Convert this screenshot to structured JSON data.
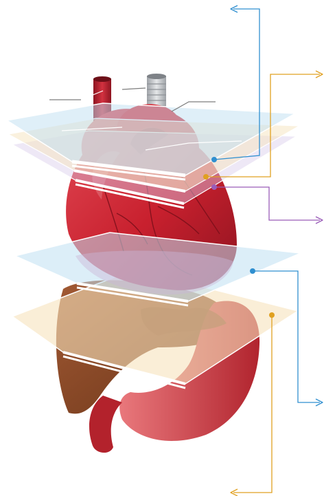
{
  "diagram": {
    "colors": {
      "background": "#ffffff",
      "callout_blue": "#2f8fd0",
      "callout_orange": "#e0a020",
      "callout_purple": "#9a5cb8",
      "heart_red": "#c8202e",
      "heart_dark": "#8e1420",
      "aorta": "#c0202c",
      "trachea": "#b9bcc0",
      "liver": "#8a4a28",
      "stomach": "#c53038",
      "plane_blue": "#bfe0f2",
      "plane_cream": "#f6e3bd",
      "plane_lavender": "#d9cdea"
    },
    "planes": [
      {
        "name": "upper-thoracic-plane",
        "color": "plane_blue"
      },
      {
        "name": "cardiac-orange-plane",
        "color": "plane_cream"
      },
      {
        "name": "cardiac-purple-plane",
        "color": "plane_lavender"
      },
      {
        "name": "diaphragm-plane",
        "color": "plane_blue"
      },
      {
        "name": "abdominal-plane",
        "color": "plane_cream"
      }
    ],
    "callouts": [
      {
        "name": "callout-upper-blue",
        "color": "callout_blue",
        "direction": "up"
      },
      {
        "name": "callout-upper-orange",
        "color": "callout_orange",
        "direction": "right"
      },
      {
        "name": "callout-purple",
        "color": "callout_purple",
        "direction": "right"
      },
      {
        "name": "callout-lower-blue",
        "color": "callout_blue",
        "direction": "right"
      },
      {
        "name": "callout-lower-orange",
        "color": "callout_orange",
        "direction": "down"
      }
    ],
    "label_lines": [
      {
        "name": "aorta-label-line"
      },
      {
        "name": "trachea-label-line"
      },
      {
        "name": "aortic-arch-label-line"
      },
      {
        "name": "pulmonary-label-line"
      },
      {
        "name": "vessel-label-line"
      }
    ]
  }
}
